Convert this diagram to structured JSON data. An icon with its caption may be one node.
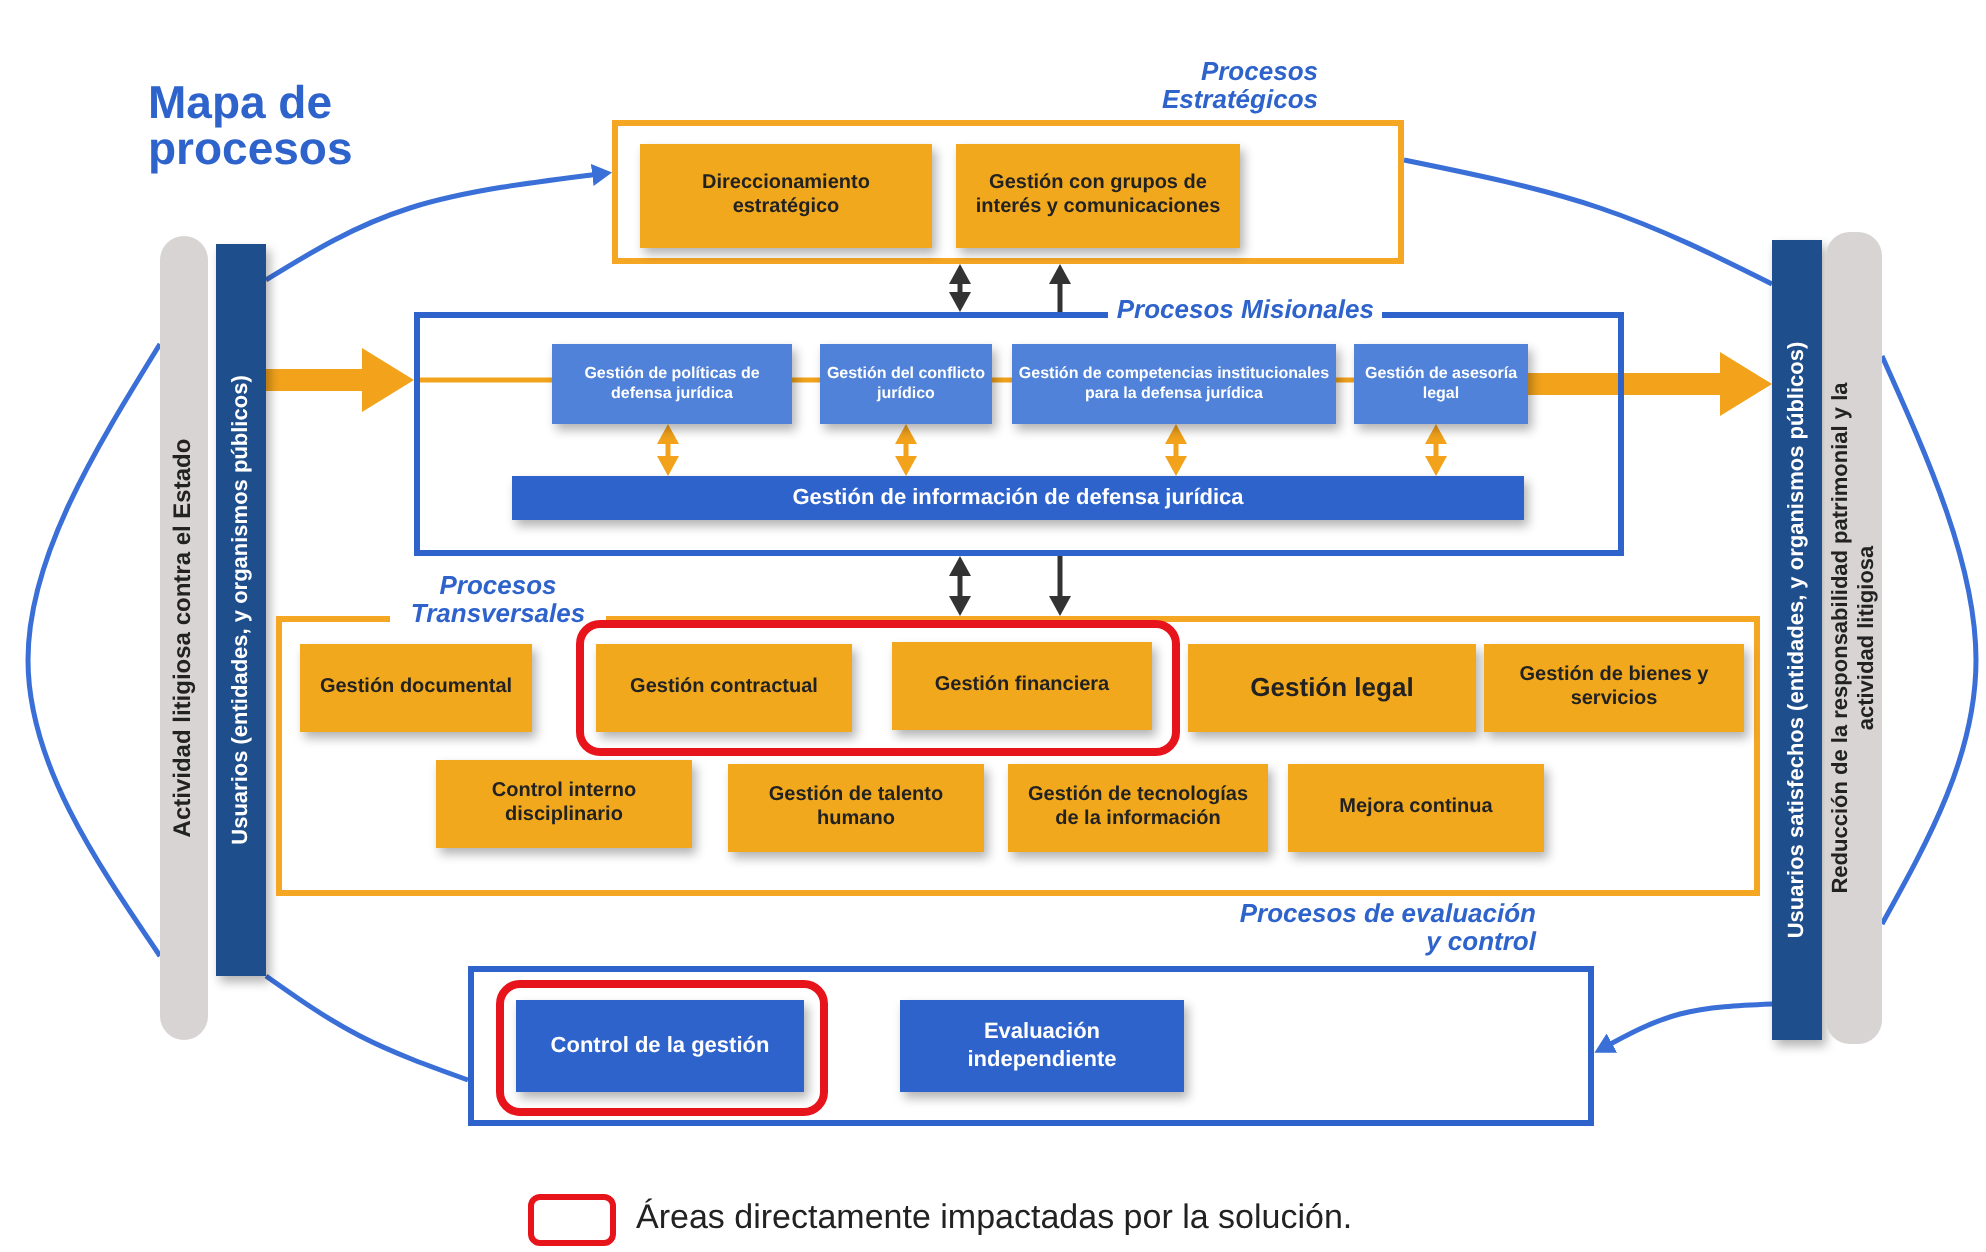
{
  "diagram": {
    "title": "Mapa de procesos",
    "nodes": [
      {
        "text": [
          "Actividad litigiosa contra el Estado"
        ]
      },
      {
        "text": [
          "Usuarios (entidades, y organismos públicos)"
        ]
      },
      {
        "text": [
          "Usuarios satisfechos (entidades, y organismos públicos)"
        ]
      },
      {
        "text": [
          "Reducción de la responsabilidad patrimonial y la actividad litigiosa"
        ]
      },
      {
        "text": [
          "Procesos Estratégicos"
        ]
      },
      {
        "text": [
          "Direccionamiento estratégico"
        ],
        "in": 4
      },
      {
        "text": [
          "Gestión con grupos de interés y comunicaciones"
        ],
        "in": 4
      },
      {
        "text": [
          "Procesos Misionales"
        ]
      },
      {
        "text": [
          "Gestión de políticas de defensa jurídica"
        ],
        "in": 7
      },
      {
        "text": [
          "Gestión del conflicto jurídico"
        ],
        "in": 7
      },
      {
        "text": [
          "Gestión de competencias institucionales para la defensa jurídica"
        ],
        "in": 7
      },
      {
        "text": [
          "Gestión de asesoría legal"
        ],
        "in": 7
      },
      {
        "text": [
          "Gestión de información de defensa jurídica"
        ],
        "in": 7
      },
      {
        "text": [
          "Procesos Transversales"
        ]
      },
      {
        "text": [
          "Gestión documental"
        ],
        "in": 13
      },
      {
        "text": [],
        "shape": "box",
        "in": 13
      },
      {
        "text": [
          "Gestión contractual"
        ],
        "in": 15
      },
      {
        "text": [
          "Gestión financiera"
        ],
        "in": 15
      },
      {
        "text": [
          "Gestión legal"
        ],
        "in": 13
      },
      {
        "text": [
          "Gestión de bienes y servicios"
        ],
        "in": 13
      },
      {
        "text": [
          "Control interno disciplinario"
        ],
        "in": 13
      },
      {
        "text": [
          "Gestión de talento humano"
        ],
        "in": 13
      },
      {
        "text": [
          "Gestión de tecnologías de la información"
        ],
        "in": 13
      },
      {
        "text": [
          "Mejora continua"
        ],
        "in": 13
      },
      {
        "text": [
          "Procesos de evaluación y control"
        ]
      },
      {
        "text": [],
        "shape": "box",
        "in": 24
      },
      {
        "text": [
          "Control de la gestión"
        ],
        "in": 25
      },
      {
        "text": [
          "Evaluación independiente"
        ],
        "in": 24
      }
    ],
    "edges": [
      {
        "from": 1,
        "to": 4,
        "arrow": "to",
        "color": "#3a6fd8"
      },
      {
        "from": 4,
        "to": 2,
        "arrow": "none",
        "color": "#3a6fd8"
      },
      {
        "from": 0,
        "to": 0,
        "arrow": "none",
        "color": "#3a6fd8"
      },
      {
        "from": 3,
        "to": 3,
        "arrow": "none",
        "color": "#3a6fd8"
      },
      {
        "from": 1,
        "to": 7,
        "arrow": "to",
        "style": "thick"
      },
      {
        "from": 7,
        "to": 8,
        "arrow": "none"
      },
      {
        "from": 8,
        "to": 9,
        "arrow": "none"
      },
      {
        "from": 9,
        "to": 10,
        "arrow": "none"
      },
      {
        "from": 10,
        "to": 11,
        "arrow": "none"
      },
      {
        "from": 11,
        "to": 2,
        "arrow": "to",
        "style": "thick"
      },
      {
        "from": 8,
        "to": 12,
        "arrow": "both"
      },
      {
        "from": 9,
        "to": 12,
        "arrow": "both"
      },
      {
        "from": 10,
        "to": 12,
        "arrow": "both"
      },
      {
        "from": 11,
        "to": 12,
        "arrow": "both"
      },
      {
        "from": 4,
        "to": 7,
        "arrow": "both",
        "color": "#333333"
      },
      {
        "from": 7,
        "to": 4,
        "arrow": "to",
        "color": "#333333"
      },
      {
        "from": 7,
        "to": 13,
        "arrow": "both",
        "color": "#333333"
      },
      {
        "from": 7,
        "to": 13,
        "arrow": "to",
        "color": "#333333"
      },
      {
        "from": 1,
        "to": 24,
        "arrow": "none",
        "color": "#3a6fd8"
      },
      {
        "from": 2,
        "to": 24,
        "arrow": "to",
        "color": "#3a6fd8"
      }
    ],
    "legend": [
      {
        "text": "Áreas directamente impactadas por la solución."
      }
    ]
  }
}
